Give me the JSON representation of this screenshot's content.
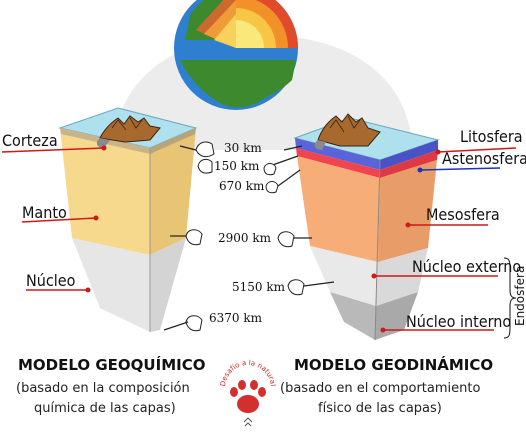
{
  "geochemical": {
    "title": "MODELO GEOQUÍMICO",
    "subtitle_1": "(basado en la composición",
    "subtitle_2": "química de las capas)",
    "layers": {
      "crust": "Corteza",
      "mantle": "Manto",
      "core": "Núcleo"
    }
  },
  "geodynamic": {
    "title": "MODELO GEODINÁMICO",
    "subtitle_1": "(basado en el comportamiento",
    "subtitle_2": "físico de las capas)",
    "layers": {
      "lithosphere": "Litosfera",
      "asthenosphere": "Astenosfera",
      "mesosphere": "Mesosfera",
      "outer_core": "Núcleo externo",
      "inner_core": "Núcleo interno"
    },
    "endosphere_label": "Endosfera"
  },
  "depths": {
    "d30": "30 km",
    "d150": "150 km",
    "d670": "670 km",
    "d2900": "2900 km",
    "d5150": "5150 km",
    "d6370": "6370 km"
  },
  "logo_text": "Desafío a la naturaleza",
  "colors": {
    "crust_top": "#aee0ee",
    "mantle": "#f7d98e",
    "core": "#e6e6e6",
    "lithosphere": "#5b63d8",
    "asthenosphere": "#f0454e",
    "mesosphere": "#f6ad78",
    "outer_core": "#e9e9e9",
    "inner_core": "#b9b9b9",
    "pointer_red": "#d01818",
    "pointer_blue": "#2030c0"
  }
}
